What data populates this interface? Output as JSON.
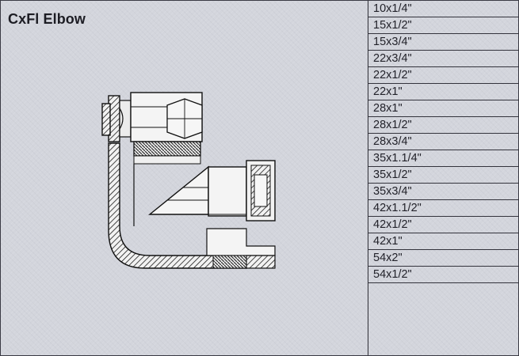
{
  "product": {
    "title": "CxFl Elbow"
  },
  "sizes": [
    "10x1/4\"",
    "15x1/2\"",
    "15x3/4\"",
    "22x3/4\"",
    "22x1/2\"",
    "22x1\"",
    "28x1\"",
    "28x1/2\"",
    "28x3/4\"",
    "35x1.1/4\"",
    "35x1/2\"",
    "35x3/4\"",
    "42x1.1/2\"",
    "42x1/2\"",
    "42x1\"",
    "54x2\"",
    "54x1/2\""
  ],
  "colors": {
    "background": "#d3d5dc",
    "ink": "#1c1c22"
  },
  "illustration": {
    "icon": "compression-x-female-iron-elbow-drawing-icon"
  }
}
